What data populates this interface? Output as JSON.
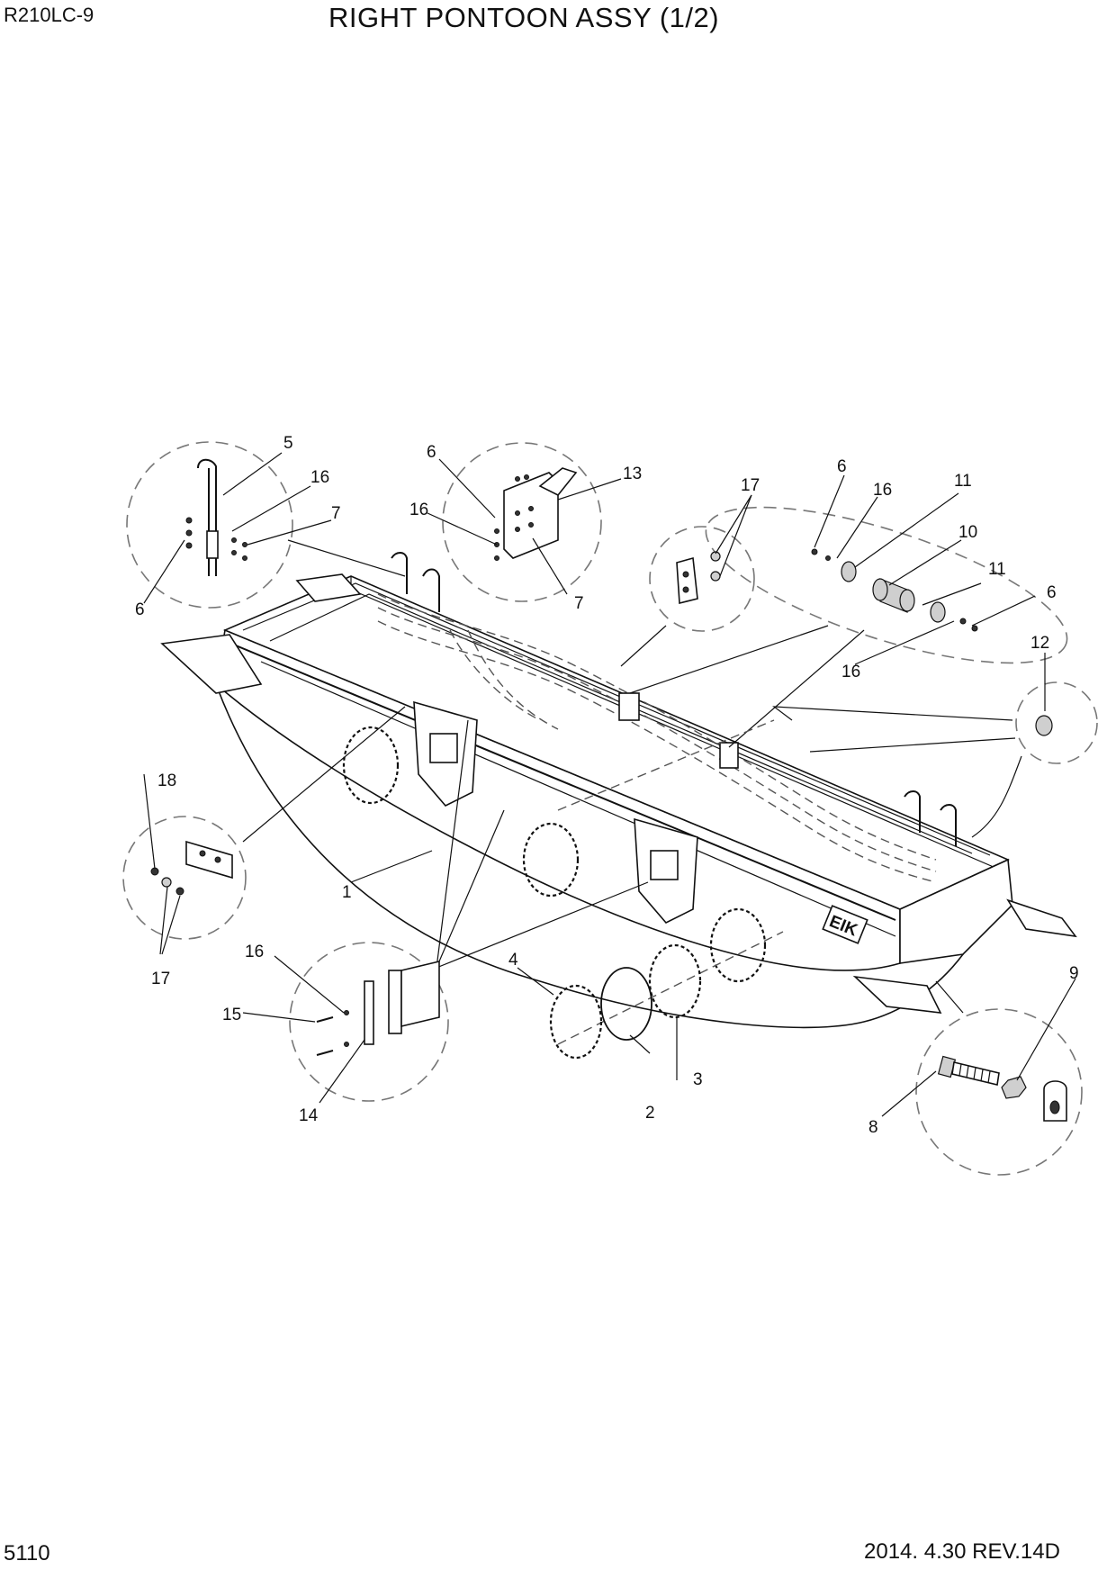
{
  "header": {
    "model": "R210LC-9",
    "title": "RIGHT PONTOON ASSY (1/2)"
  },
  "footer": {
    "page_number": "5110",
    "revision": "2014. 4.30  REV.14D"
  },
  "hull_marking": "EIK",
  "callouts": [
    {
      "id": "c5a",
      "label": "5"
    },
    {
      "id": "c16a",
      "label": "16"
    },
    {
      "id": "c7a",
      "label": "7"
    },
    {
      "id": "c6a",
      "label": "6"
    },
    {
      "id": "c6b",
      "label": "6"
    },
    {
      "id": "c16b",
      "label": "16"
    },
    {
      "id": "c13",
      "label": "13"
    },
    {
      "id": "c7b",
      "label": "7"
    },
    {
      "id": "c17a",
      "label": "17"
    },
    {
      "id": "c6c",
      "label": "6"
    },
    {
      "id": "c16c",
      "label": "16"
    },
    {
      "id": "c11a",
      "label": "11"
    },
    {
      "id": "c10",
      "label": "10"
    },
    {
      "id": "c11b",
      "label": "11"
    },
    {
      "id": "c6d",
      "label": "6"
    },
    {
      "id": "c16d",
      "label": "16"
    },
    {
      "id": "c12",
      "label": "12"
    },
    {
      "id": "c18",
      "label": "18"
    },
    {
      "id": "c1",
      "label": "1"
    },
    {
      "id": "c17b",
      "label": "17"
    },
    {
      "id": "c16e",
      "label": "16"
    },
    {
      "id": "c15",
      "label": "15"
    },
    {
      "id": "c14",
      "label": "14"
    },
    {
      "id": "c4",
      "label": "4"
    },
    {
      "id": "c2",
      "label": "2"
    },
    {
      "id": "c3",
      "label": "3"
    },
    {
      "id": "c9",
      "label": "9"
    },
    {
      "id": "c8",
      "label": "8"
    }
  ]
}
